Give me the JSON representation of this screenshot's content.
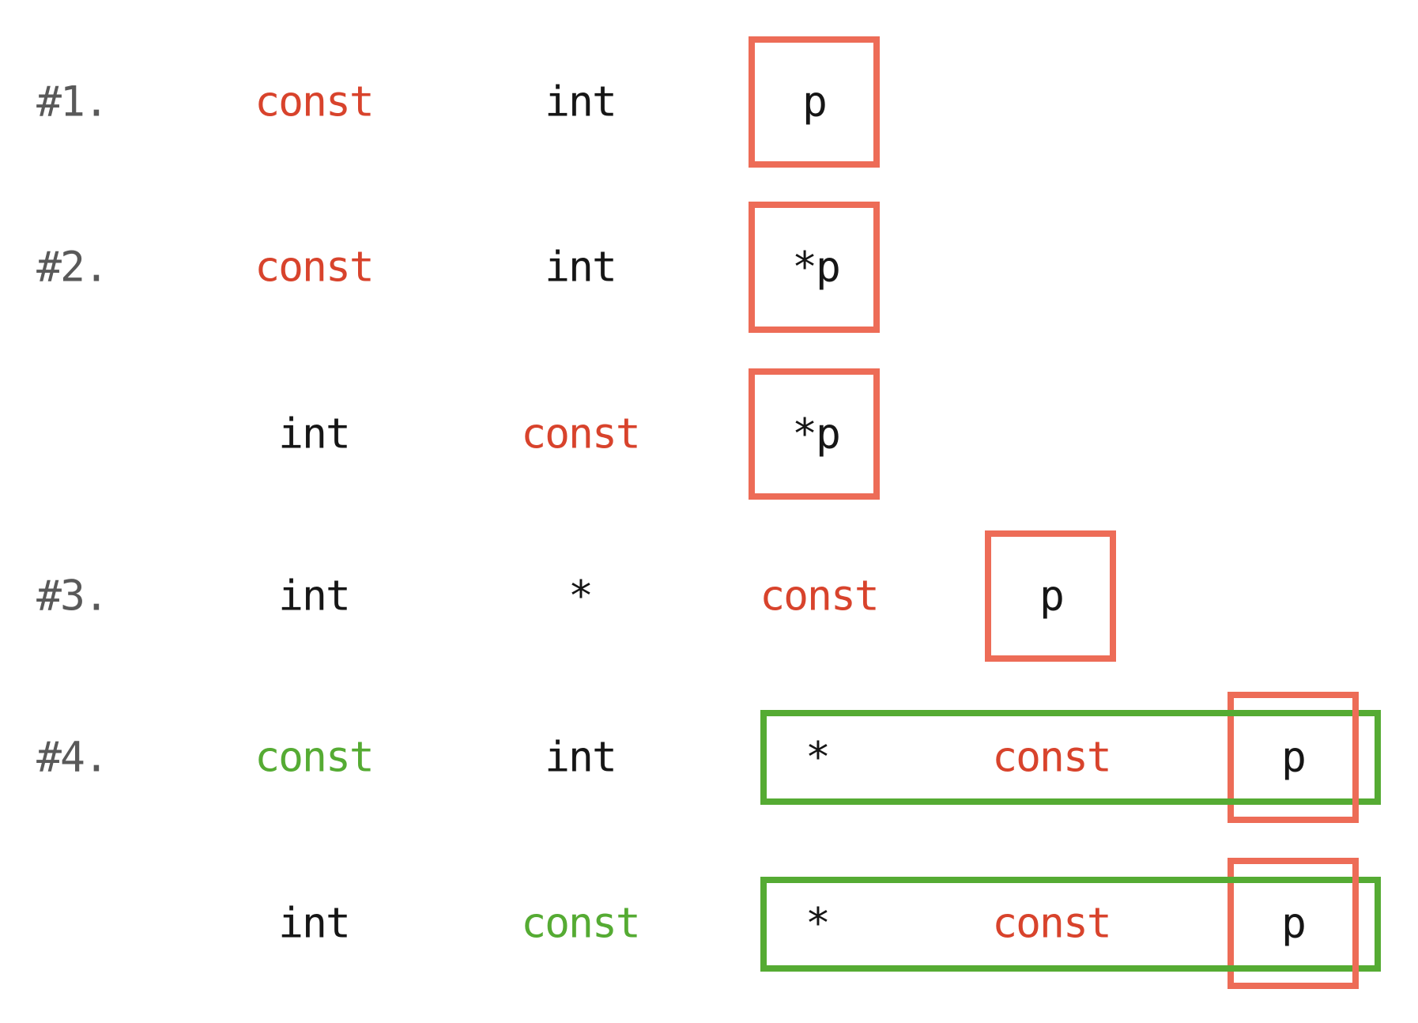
{
  "palette": {
    "keyword_red": "#d8432c",
    "box_border_salmon": "#ed6c57",
    "green": "#55ab33",
    "row_number_gray": "#595959",
    "text_black": "#161616",
    "background": "#ffffff"
  },
  "rows": [
    {
      "number": "#1.",
      "col1": "const",
      "col2": "int",
      "box": "p"
    },
    {
      "number": "#2.",
      "col1": "const",
      "col2": "int",
      "box": "*p"
    },
    {
      "number": "",
      "col1": "int",
      "col2": "const",
      "box": "*p"
    },
    {
      "number": "#3.",
      "col1": "int",
      "col2": "*",
      "col3": "const",
      "box": "p"
    },
    {
      "number": "#4.",
      "col1": "const",
      "col2": "int",
      "inner": {
        "star": "*",
        "const_kw": "const",
        "p": "p"
      }
    },
    {
      "number": "",
      "col1": "int",
      "col2": "const",
      "inner": {
        "star": "*",
        "const_kw": "const",
        "p": "p"
      }
    }
  ]
}
